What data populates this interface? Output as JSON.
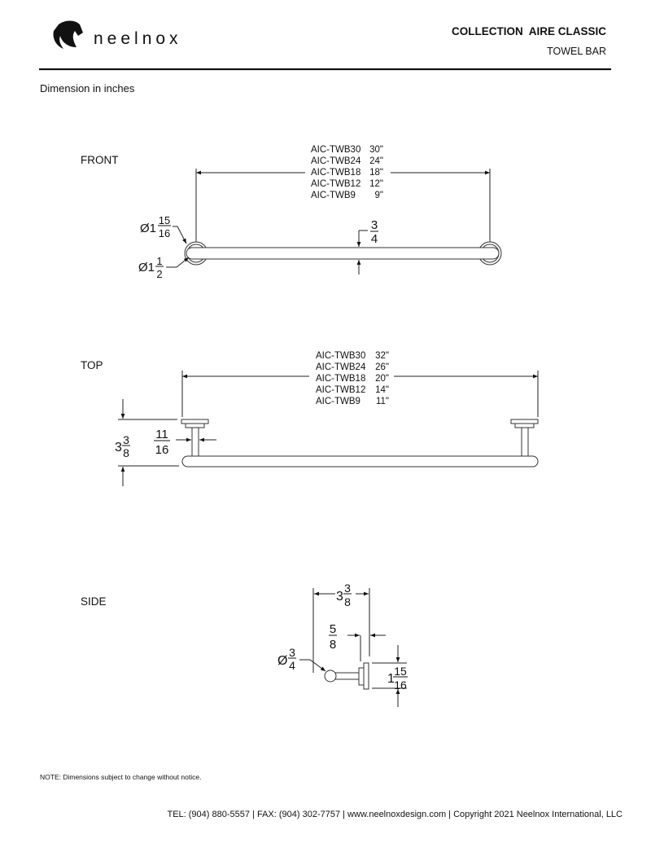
{
  "header": {
    "brand": "neelnox",
    "collection": "COLLECTION  AIRE CLASSIC",
    "product": "TOWEL BAR"
  },
  "units_note": "Dimension in inches",
  "front": {
    "label": "FRONT",
    "models": [
      {
        "model": "AIC-TWB30",
        "length": "30\""
      },
      {
        "model": "AIC-TWB24",
        "length": "24\""
      },
      {
        "model": "AIC-TWB18",
        "length": "18\""
      },
      {
        "model": "AIC-TWB12",
        "length": "12\""
      },
      {
        "model": "AIC-TWB9",
        "length": "9\""
      }
    ],
    "flange_dia": {
      "prefix": "Ø1",
      "num": "15",
      "den": "16"
    },
    "base_dia": {
      "prefix": "Ø1",
      "num": "1",
      "den": "2"
    },
    "bar_height": {
      "num": "3",
      "den": "4"
    }
  },
  "top": {
    "label": "TOP",
    "models": [
      {
        "model": "AIC-TWB30",
        "length": "32\""
      },
      {
        "model": "AIC-TWB24",
        "length": "26\""
      },
      {
        "model": "AIC-TWB18",
        "length": "20\""
      },
      {
        "model": "AIC-TWB12",
        "length": "14\""
      },
      {
        "model": "AIC-TWB9",
        "length": "11\""
      }
    ],
    "projection": {
      "prefix": "3",
      "num": "3",
      "den": "8"
    },
    "post_width": {
      "num": "11",
      "den": "16"
    }
  },
  "side": {
    "label": "SIDE",
    "projection": {
      "prefix": "3",
      "num": "3",
      "den": "8"
    },
    "flange_depth": {
      "num": "5",
      "den": "8"
    },
    "bar_dia": {
      "prefix": "Ø",
      "num": "3",
      "den": "4"
    },
    "flange_height": {
      "prefix": "1",
      "num": "15",
      "den": "16"
    }
  },
  "note": "NOTE: Dimensions subject to change without notice.",
  "footer": "TEL: (904) 880-5557 | FAX: (904) 302-7757 | www.neelnoxdesign.com | Copyright 2021 Neelnox International, LLC"
}
